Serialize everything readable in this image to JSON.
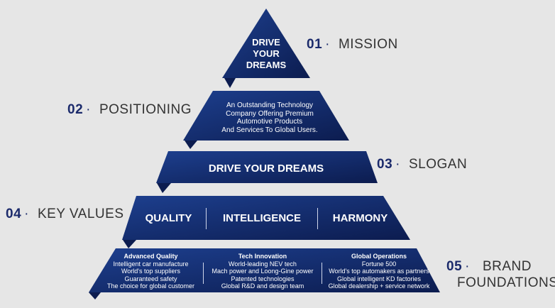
{
  "colors": {
    "background": "#e6e6e6",
    "tier_light": "#1d3f8e",
    "tier_dark": "#0c1c4f",
    "number": "#1b2a6b",
    "label": "#333333"
  },
  "tiers": [
    {
      "number": "01",
      "label": "MISSION",
      "lines": [
        "DRIVE",
        "YOUR",
        "DREAMS"
      ]
    },
    {
      "number": "02",
      "label": "POSITIONING",
      "lines": [
        "An Outstanding Technology",
        "Company Offering Premium",
        "Automotive Products",
        "And Services To Global Users."
      ]
    },
    {
      "number": "03",
      "label": "SLOGAN",
      "text": "DRIVE YOUR DREAMS"
    },
    {
      "number": "04",
      "label": "KEY VALUES",
      "values": [
        "QUALITY",
        "INTELLIGENCE",
        "HARMONY"
      ]
    },
    {
      "number": "05",
      "label_lines": [
        "BRAND",
        "FOUNDATIONS"
      ],
      "columns": [
        {
          "heading": "Advanced Quality",
          "items": [
            "Intelligent car manufacture",
            "World's top suppliers",
            "Guaranteed safety",
            "The choice for global customer"
          ]
        },
        {
          "heading": "Tech Innovation",
          "items": [
            "World-leading NEV tech",
            "Mach power and Loong-Gine power",
            "Patented technologies",
            "Global R&D and design team"
          ]
        },
        {
          "heading": "Global Operations",
          "items": [
            "Fortune 500",
            "World's top automakers as partners",
            "Global intelligent KD factories",
            "Global dealership + service network"
          ]
        }
      ]
    }
  ]
}
